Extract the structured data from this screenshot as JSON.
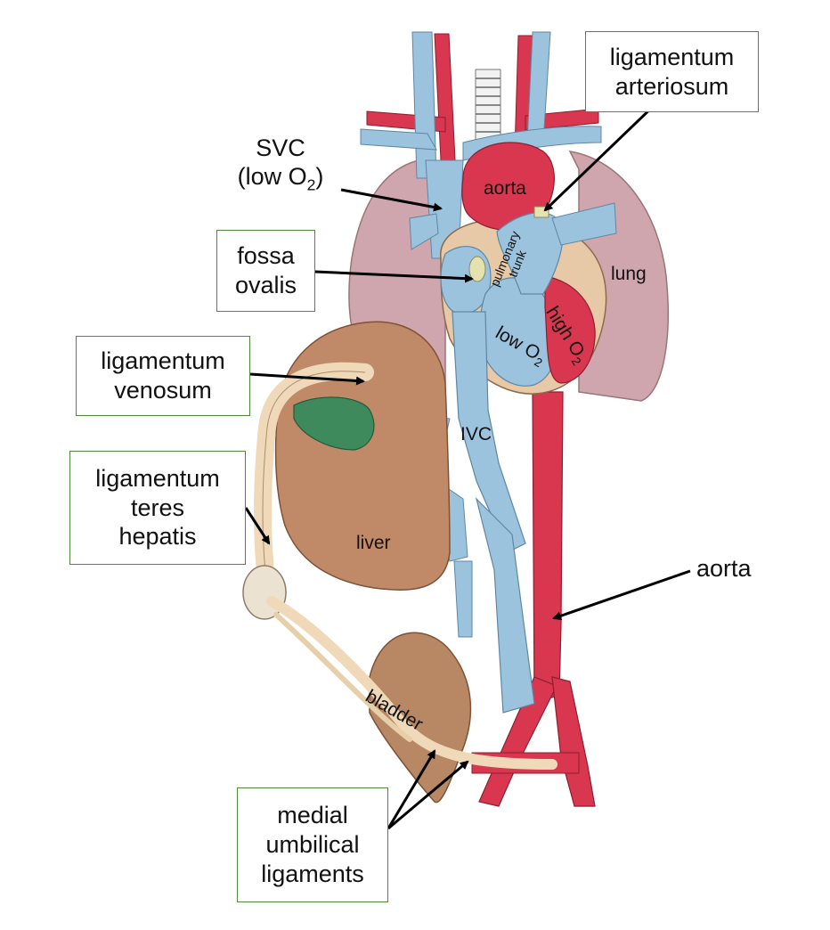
{
  "labels": {
    "svc_line1": "SVC",
    "svc_line2_prefix": "(low O",
    "svc_line2_sub": "2",
    "svc_line2_suffix": ")",
    "aorta_upper": "aorta",
    "aorta_right": "aorta",
    "pulmonary_trunk_1": "pulmonary",
    "pulmonary_trunk_2": "trunk",
    "lung": "lung",
    "low_o2_prefix": "low O",
    "low_o2_sub": "2",
    "high_o2_prefix": "high O",
    "high_o2_sub": "2",
    "ivc": "IVC",
    "liver": "liver",
    "bladder": "bladder"
  },
  "callouts": {
    "ligamentum_arteriosum": [
      "ligamentum",
      "arteriosum"
    ],
    "fossa_ovalis": [
      "fossa",
      "ovalis"
    ],
    "ligamentum_venosum": [
      "ligamentum",
      "venosum"
    ],
    "ligamentum_teres_hepatis": [
      "ligamentum",
      "teres",
      "hepatis"
    ],
    "medial_umbilical_ligaments": [
      "medial",
      "umbilical",
      "ligaments"
    ]
  },
  "colors": {
    "vein_blue": "#9cc3de",
    "artery_red": "#d9364f",
    "lung_mauve": "#cfa6ad",
    "liver_brown": "#c08a68",
    "gallbladder_green": "#3f8a5c",
    "ligament_tan": "#efd9b8",
    "callout_border": "#4f8a3a"
  }
}
